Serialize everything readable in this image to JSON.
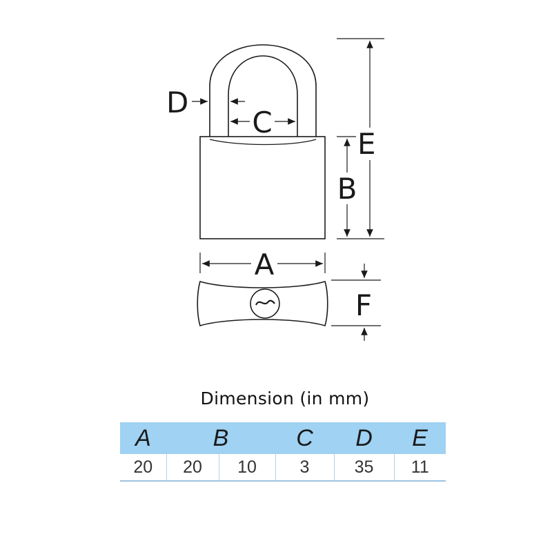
{
  "labels": {
    "a": "A",
    "b": "B",
    "c": "C",
    "d": "D",
    "e": "E",
    "f": "F"
  },
  "table": {
    "title": "Dimension (in mm)",
    "headers": [
      "A",
      "B",
      "C",
      "D",
      "E"
    ],
    "values": [
      "20",
      "20",
      "10",
      "3",
      "35",
      "11"
    ]
  },
  "colors": {
    "header_background": "#9fd2f3",
    "line": "#1a1a1a"
  }
}
